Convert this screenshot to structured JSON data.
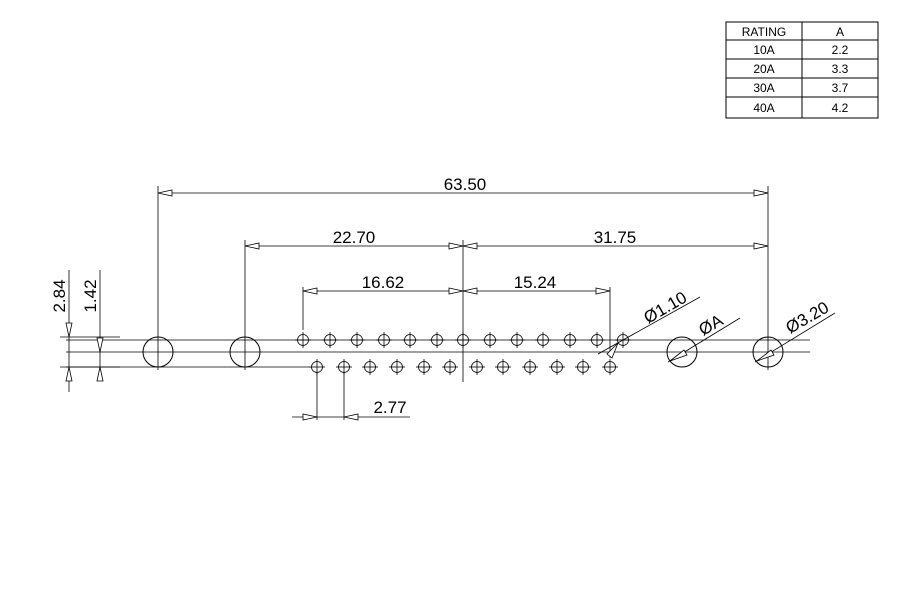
{
  "rating_table": {
    "headers": [
      "RATING",
      "A"
    ],
    "rows": [
      [
        "10A",
        "2.2"
      ],
      [
        "20A",
        "3.3"
      ],
      [
        "30A",
        "3.7"
      ],
      [
        "40A",
        "4.2"
      ]
    ]
  },
  "dimensions": {
    "overall": "63.50",
    "left_span": "22.70",
    "right_span": "31.75",
    "left_pitch_group": "16.62",
    "right_pitch_group": "15.24",
    "pin_pitch": "2.77",
    "row_offset": "2.84",
    "half_offset": "1.42",
    "pin_diameter": "Ø1.10",
    "variable_hole": "ØA",
    "mount_hole": "Ø3.20"
  }
}
